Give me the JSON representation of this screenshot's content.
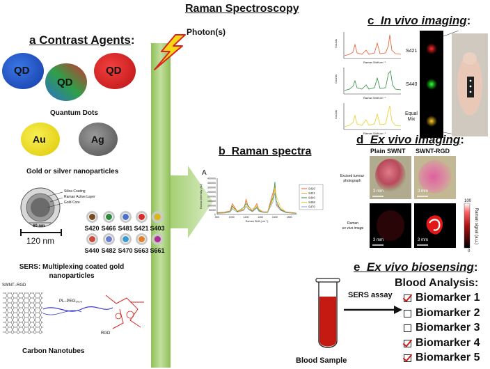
{
  "header": {
    "title": "Raman Spectroscopy",
    "photon": "Photon(s)"
  },
  "panel_a": {
    "letter": "a",
    "title": "Contrast Agents",
    "colon": ":",
    "qd_label": "QD",
    "quantum_dots": "Quantum Dots",
    "au": "Au",
    "ag": "Ag",
    "nanoparticles": "Gold or silver nanoparticles",
    "layers": [
      "Silica Coating",
      "Raman Active Layer",
      "Gold Core"
    ],
    "core_size": "60 nm",
    "scale_bar": "120 nm",
    "swatches_row1": [
      "S420",
      "S466",
      "S481",
      "S421",
      "S403"
    ],
    "swatches_row2": [
      "S440",
      "S482",
      "S470",
      "S663",
      "S661"
    ],
    "sers_caption": "SERS: Multiplexing coated gold nanoparticles",
    "swnt_label": "SWNT–RGD",
    "peg_label": "PL–PEG₅₀₀₀",
    "rgd_label": "RGD",
    "carbon": "Carbon Nanotubes"
  },
  "panel_b": {
    "letter": "b",
    "title": "Raman spectra",
    "panel_A": "A",
    "ylabel": "Raman Intensity (AU)",
    "xlabel": "Raman Shift (cm⁻¹)",
    "yticks": [
      "400000",
      "350000",
      "300000",
      "250000",
      "200000",
      "150000",
      "100000",
      "50000",
      "0"
    ],
    "xticks": [
      "800",
      "1000",
      "1200",
      "1400",
      "1600",
      "1800"
    ],
    "legend": [
      "S420",
      "S421",
      "S440",
      "S466",
      "S470"
    ]
  },
  "chart_data": {
    "type": "line",
    "title": "",
    "xlabel": "Raman Shift (cm⁻¹)",
    "ylabel": "Raman Intensity (AU)",
    "xlim": [
      800,
      1900
    ],
    "ylim": [
      0,
      400000
    ],
    "legend_position": "right",
    "x": [
      800,
      900,
      980,
      1010,
      1080,
      1170,
      1200,
      1240,
      1290,
      1350,
      1380,
      1440,
      1500,
      1580,
      1600,
      1620,
      1680,
      1750,
      1850,
      1900
    ],
    "series": [
      {
        "name": "S420",
        "color": "#e8562b",
        "values": [
          20000,
          25000,
          40000,
          120000,
          35000,
          55000,
          170000,
          60000,
          40000,
          120000,
          50000,
          30000,
          30000,
          260000,
          310000,
          120000,
          60000,
          30000,
          20000,
          15000
        ]
      },
      {
        "name": "S421",
        "color": "#f2a23a",
        "values": [
          18000,
          22000,
          35000,
          100000,
          30000,
          50000,
          150000,
          55000,
          35000,
          100000,
          45000,
          28000,
          28000,
          230000,
          270000,
          110000,
          55000,
          28000,
          18000,
          14000
        ]
      },
      {
        "name": "S440",
        "color": "#2e8a3e",
        "values": [
          15000,
          20000,
          30000,
          90000,
          30000,
          80000,
          120000,
          90000,
          30000,
          80000,
          40000,
          25000,
          25000,
          200000,
          360000,
          150000,
          50000,
          25000,
          15000,
          12000
        ]
      },
      {
        "name": "S466",
        "color": "#e6cf1f",
        "values": [
          12000,
          18000,
          28000,
          70000,
          40000,
          60000,
          100000,
          70000,
          60000,
          90000,
          60000,
          25000,
          25000,
          180000,
          300000,
          200000,
          80000,
          30000,
          14000,
          10000
        ]
      },
      {
        "name": "S470",
        "color": "#7aa0d9",
        "values": [
          10000,
          15000,
          25000,
          60000,
          25000,
          45000,
          90000,
          50000,
          30000,
          70000,
          35000,
          20000,
          20000,
          150000,
          240000,
          100000,
          45000,
          20000,
          12000,
          9000
        ]
      }
    ]
  },
  "panel_c": {
    "letter": "c",
    "title": "In vivo imaging",
    "colon": ":",
    "labels": [
      "S421",
      "S440",
      "Equal Mix"
    ],
    "ylabel": "Counts",
    "xlabel": "Raman Shift cm⁻¹"
  },
  "panel_d": {
    "letter": "d",
    "title": "Ex vivo imaging",
    "colon": ":",
    "col1": "Plain SWNT",
    "col2": "SWNT-RGD",
    "row1": "Excised tumour photograph",
    "row2_a": "Raman",
    "row2_b": "ex vivo image",
    "scale": "3 mm",
    "cbar_top": "100",
    "cbar_bottom": "0",
    "cbar_label": "Raman signal (a.u.)"
  },
  "panel_e": {
    "letter": "e",
    "title": "Ex vivo biosensing",
    "colon": ":",
    "assay": "SERS assay",
    "blood_sample": "Blood Sample",
    "analysis": "Blood Analysis:",
    "biomarkers": [
      {
        "label": "Biomarker 1",
        "checked": true
      },
      {
        "label": "Biomarker 2",
        "checked": false
      },
      {
        "label": "Biomarker 3",
        "checked": false
      },
      {
        "label": "Biomarker 4",
        "checked": true
      },
      {
        "label": "Biomarker 5",
        "checked": true
      }
    ]
  },
  "colors": {
    "beam": "#9fca6a",
    "qd_blue": "#2257c8",
    "qd_red": "#e02424",
    "au": "#f2e31c",
    "ag": "#808080",
    "blood": "#c41a12"
  }
}
